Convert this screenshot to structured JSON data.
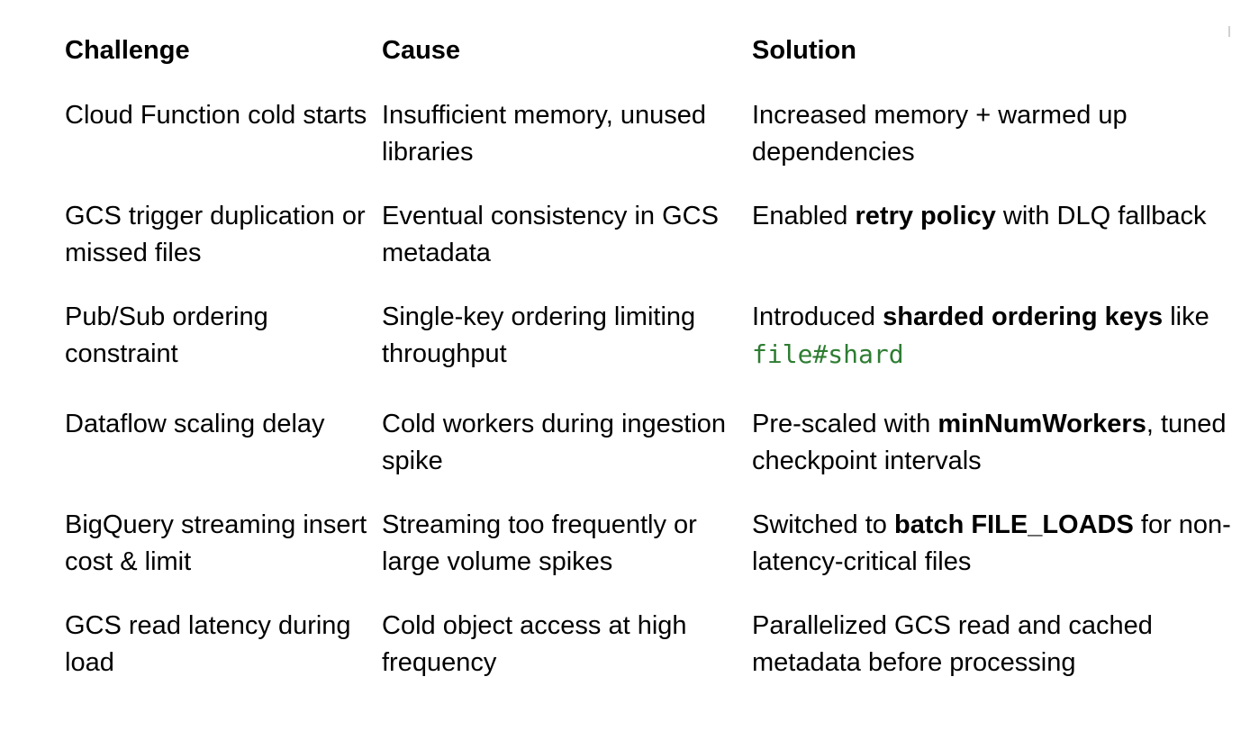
{
  "table": {
    "headers": [
      "Challenge",
      "Cause",
      "Solution"
    ],
    "rows": [
      {
        "challenge": "Cloud Function cold starts",
        "cause": "Insufficient memory, unused libraries",
        "solution": {
          "pre": "Increased memory + warmed up dependencies",
          "bold": "",
          "post": "",
          "code": ""
        }
      },
      {
        "challenge": "GCS trigger duplication or missed files",
        "cause": "Eventual consistency in GCS metadata",
        "solution": {
          "pre": "Enabled ",
          "bold": "retry policy",
          "post": " with DLQ fallback",
          "code": ""
        }
      },
      {
        "challenge": "Pub/Sub ordering constraint",
        "cause": "Single-key ordering limiting throughput",
        "solution": {
          "pre": "Introduced ",
          "bold": "sharded ordering keys",
          "post": " like ",
          "code": "file#shard"
        }
      },
      {
        "challenge": "Dataflow scaling delay",
        "cause": "Cold workers during ingestion spike",
        "solution": {
          "pre": "Pre-scaled with ",
          "bold": "minNumWorkers",
          "post": ", tuned checkpoint intervals",
          "code": ""
        }
      },
      {
        "challenge": "BigQuery streaming insert cost & limit",
        "cause": "Streaming too frequently or large volume spikes",
        "solution": {
          "pre": "Switched to ",
          "bold": "batch FILE_LOADS",
          "post": " for non-latency-critical files",
          "code": ""
        }
      },
      {
        "challenge": "GCS read latency during load",
        "cause": "Cold object access at high frequency",
        "solution": {
          "pre": "Parallelized GCS read and cached metadata before processing",
          "bold": "",
          "post": "",
          "code": ""
        }
      }
    ]
  },
  "colors": {
    "code": "#2e7d32",
    "text": "#000000"
  }
}
